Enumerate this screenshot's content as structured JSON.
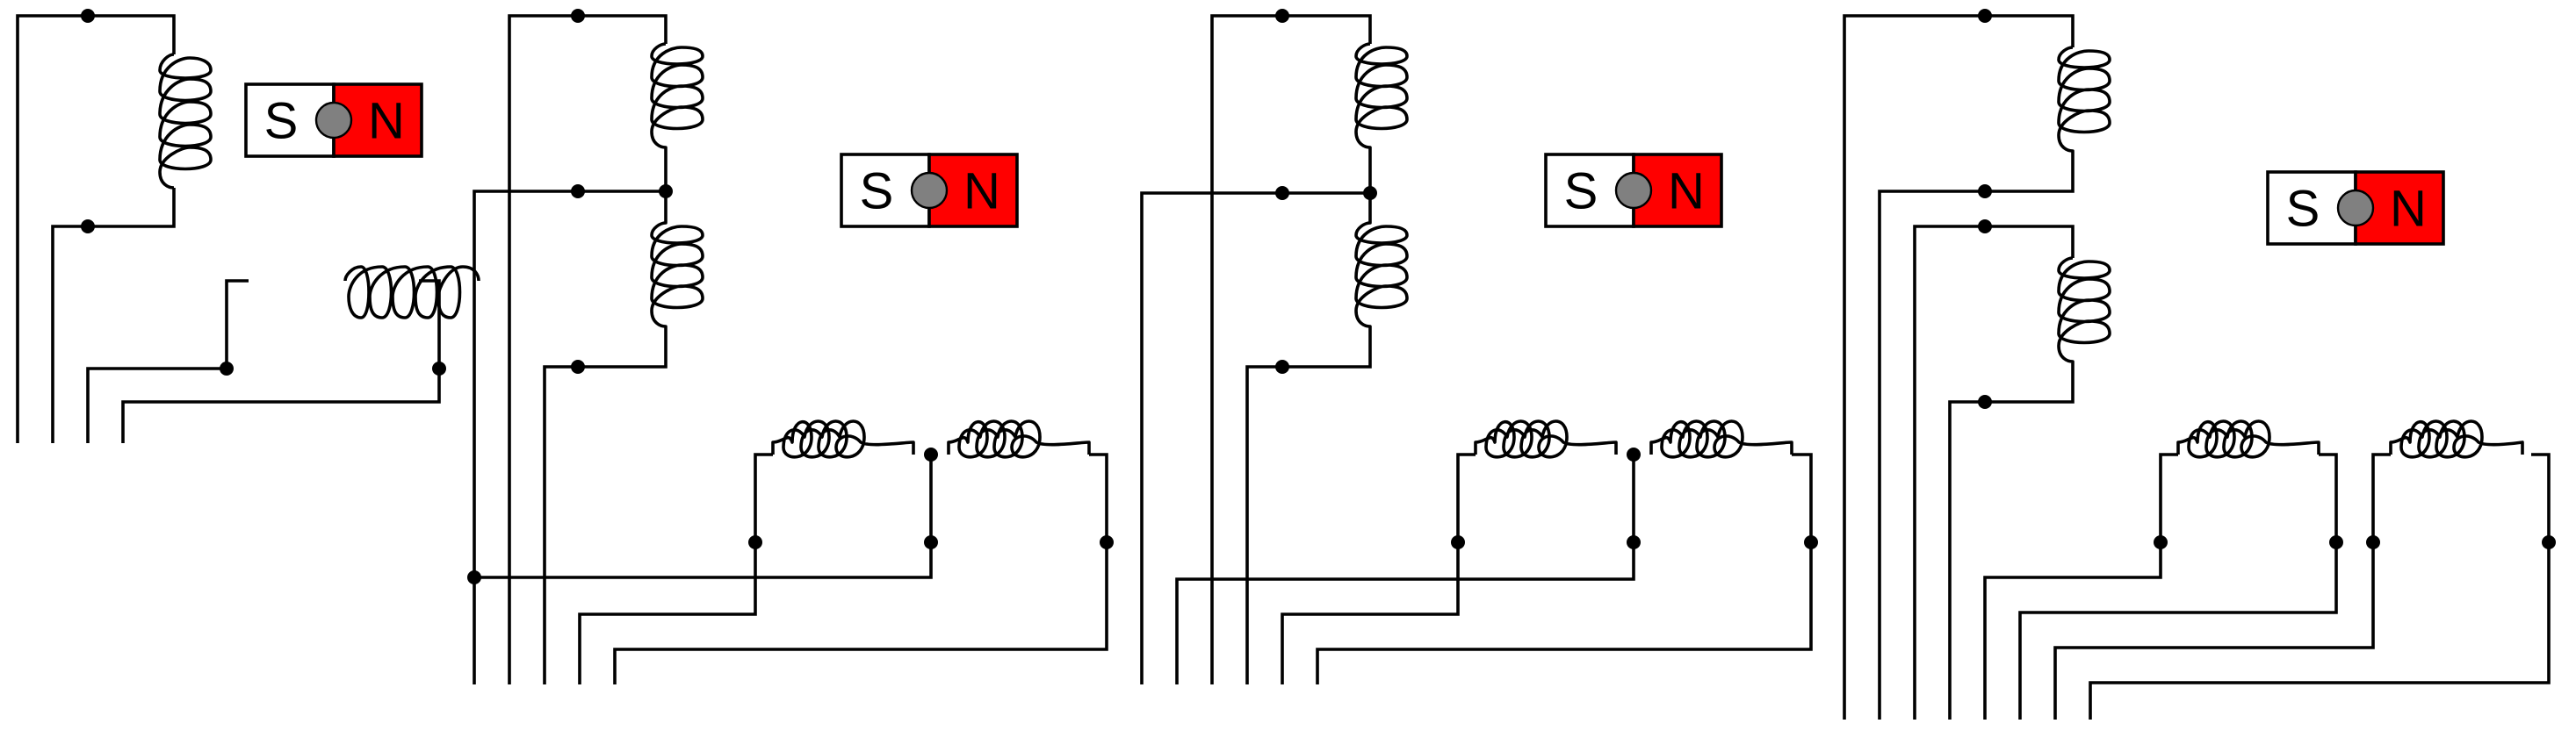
{
  "colors": {
    "wire": "#000000",
    "north_pole": "#ff0000",
    "south_pole": "#ffffff",
    "pivot": "#808080",
    "background": "#ffffff"
  },
  "magnets": [
    {
      "south_label": "S",
      "north_label": "N"
    },
    {
      "south_label": "S",
      "north_label": "N"
    },
    {
      "south_label": "S",
      "north_label": "N"
    },
    {
      "south_label": "S",
      "north_label": "N"
    }
  ]
}
